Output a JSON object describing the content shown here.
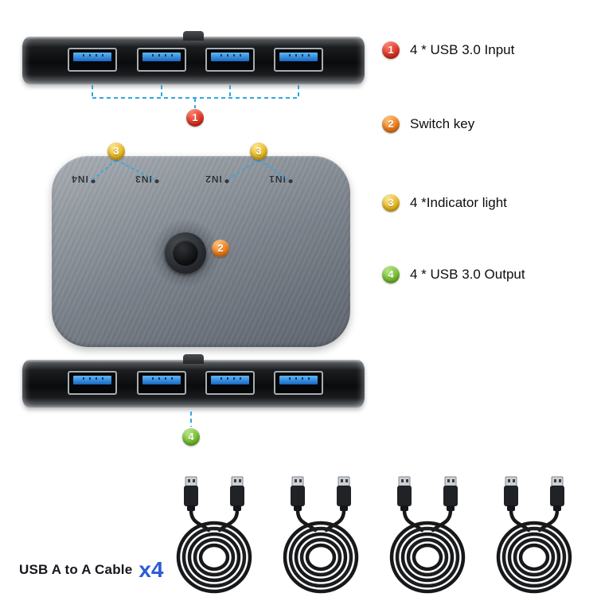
{
  "legend": {
    "items": [
      {
        "num": "1",
        "label": "4 * USB 3.0 Input",
        "color": "#d8281c"
      },
      {
        "num": "2",
        "label": "Switch key",
        "color": "#f07d1a"
      },
      {
        "num": "3",
        "label": "4 *Indicator light",
        "color": "#e9b91f"
      },
      {
        "num": "4",
        "label": "4 * USB 3.0 Output",
        "color": "#74c02c"
      }
    ]
  },
  "callouts": {
    "input": "1",
    "switch_key": "2",
    "indicator_left": "3",
    "indicator_right": "3",
    "output": "4"
  },
  "device": {
    "top_view_port_labels": [
      "IN4",
      "IN3",
      "IN2",
      "IN1"
    ]
  },
  "cables": {
    "label": "USB A to A Cable",
    "count_label": "x4"
  },
  "colors": {
    "port_blue": "#1e74d2",
    "dashed_line": "#2ea7e6",
    "count_blue": "#2a5cd8"
  }
}
